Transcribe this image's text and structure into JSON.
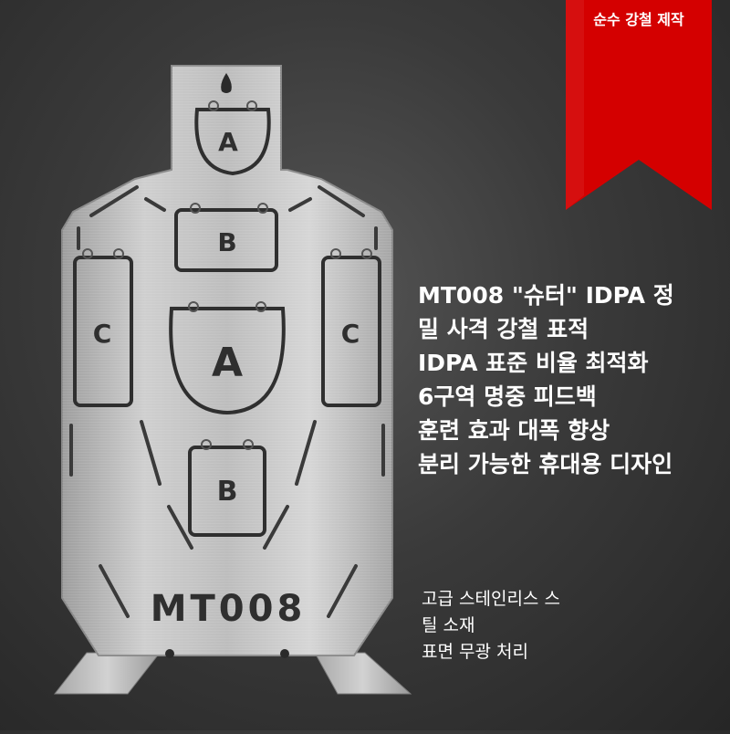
{
  "ribbon": {
    "label": "순수 강철 제작",
    "color": "#d40000"
  },
  "target": {
    "model_mark": "MT008",
    "zones": {
      "head": "A",
      "upper_chest": "B",
      "left_arm": "C",
      "center": "A",
      "right_arm": "C",
      "lower": "B"
    },
    "metal_color": "#b8b8b8"
  },
  "headline": {
    "lines": [
      "MT008 \"슈터\" IDPA 정",
      "밀 사격 강철 표적",
      "IDPA 표준 비율 최적화",
      "6구역 명중 피드백",
      "훈련 효과 대폭 향상",
      "분리 가능한 휴대용 디자인"
    ]
  },
  "material": {
    "lines": [
      "고급 스테인리스 스",
      "틸 소재",
      "표면 무광 처리"
    ]
  }
}
